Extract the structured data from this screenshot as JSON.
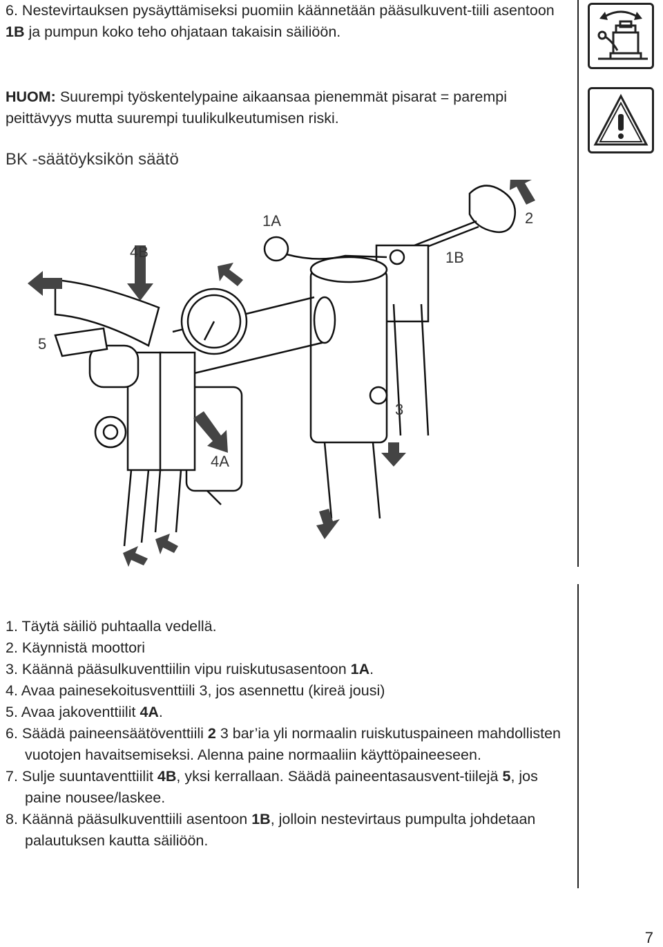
{
  "intro": {
    "step6": {
      "n": "6.",
      "pre": "Nestevirtauksen pysäyttämiseksi puomiin käännetään pääsulkuvent-tiili asentoon ",
      "bold": "1B",
      "post": " ja pumpun koko teho ohjataan takaisin säiliöön."
    },
    "note": {
      "bold": "HUOM:",
      "text": " Suurempi työskentelypaine aikaansaa pienemmät pisarat = parempi peittävyys mutta suurempi tuulikulkeutumisen riski."
    },
    "heading": "BK -säätöyksikön säätö"
  },
  "diagram_labels": {
    "l1A": "1A",
    "l2": "2",
    "l1B": "1B",
    "l4B": "4B",
    "l5": "5",
    "l3": "3",
    "l4A": "4A"
  },
  "icons": [
    "rotate-valve-icon",
    "warning-icon"
  ],
  "steps": [
    {
      "n": "1.",
      "pre": "Täytä säiliö puhtaalla vedellä."
    },
    {
      "n": "2.",
      "pre": "Käynnistä moottori"
    },
    {
      "n": "3.",
      "pre": "Käännä pääsulkuventtiilin vipu ruiskutusasentoon ",
      "b1": "1A",
      "post": "."
    },
    {
      "n": "4.",
      "pre": "Avaa painesekoitusventtiili 3, jos asennettu (kireä jousi)"
    },
    {
      "n": "5.",
      "pre": "Avaa jakoventtiilit ",
      "b1": "4A",
      "post": "."
    },
    {
      "n": "6.",
      "pre": "Säädä paineensäätöventtiili ",
      "b1": "2",
      "post": " 3 bar’ia yli normaalin ruiskutuspaineen mahdollisten vuotojen havaitsemiseksi. Alenna paine normaaliin käyttöpaineeseen."
    },
    {
      "n": "7.",
      "pre": "Sulje suuntaventtiilit ",
      "b1": "4B",
      "mid": ", yksi kerrallaan. Säädä paineentasausvent-tiilejä ",
      "b2": "5",
      "post": ", jos paine nousee/laskee."
    },
    {
      "n": "8.",
      "pre": "Käännä pääsulkuventtiili asentoon ",
      "b1": "1B",
      "post": ", jolloin nestevirtaus pumpulta johdetaan palautuksen kautta säiliöön."
    }
  ],
  "page_number": "7"
}
